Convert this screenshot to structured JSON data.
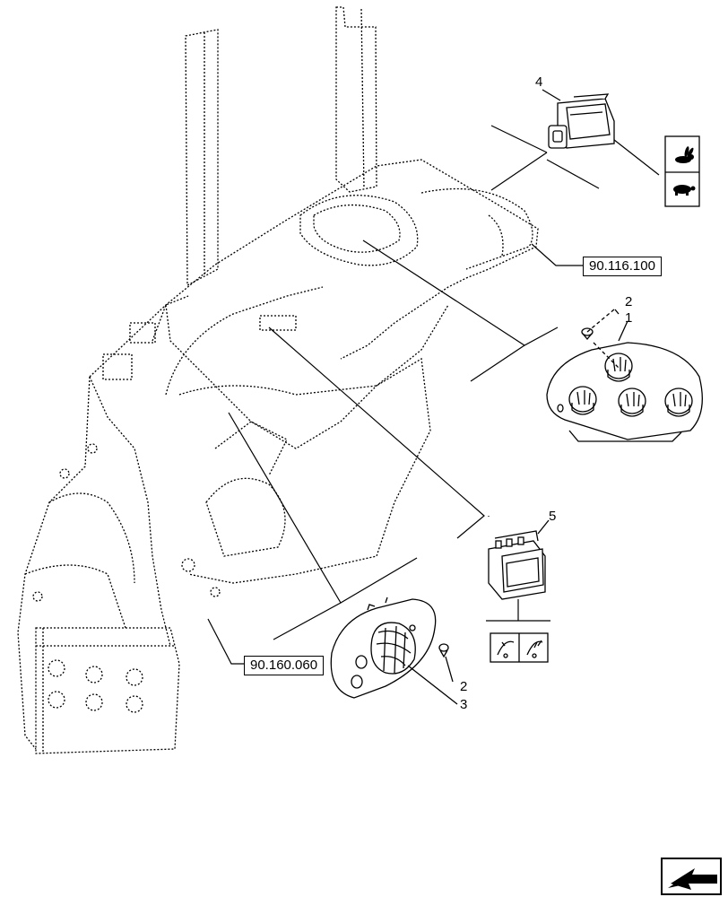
{
  "references": {
    "ref_a": "90.116.100",
    "ref_b": "90.160.060"
  },
  "callouts": {
    "c1": "1",
    "c2a": "2",
    "c2b": "2",
    "c3": "3",
    "c4": "4",
    "c5": "5"
  },
  "icons": {
    "switch4_symbols": [
      "rabbit-icon",
      "turtle-icon"
    ],
    "switch5_symbols": [
      "wiper-off-icon",
      "wiper-on-icon"
    ],
    "nav": "previous-page-arrow-icon"
  },
  "colors": {
    "line": "#000000",
    "background": "#ffffff"
  }
}
